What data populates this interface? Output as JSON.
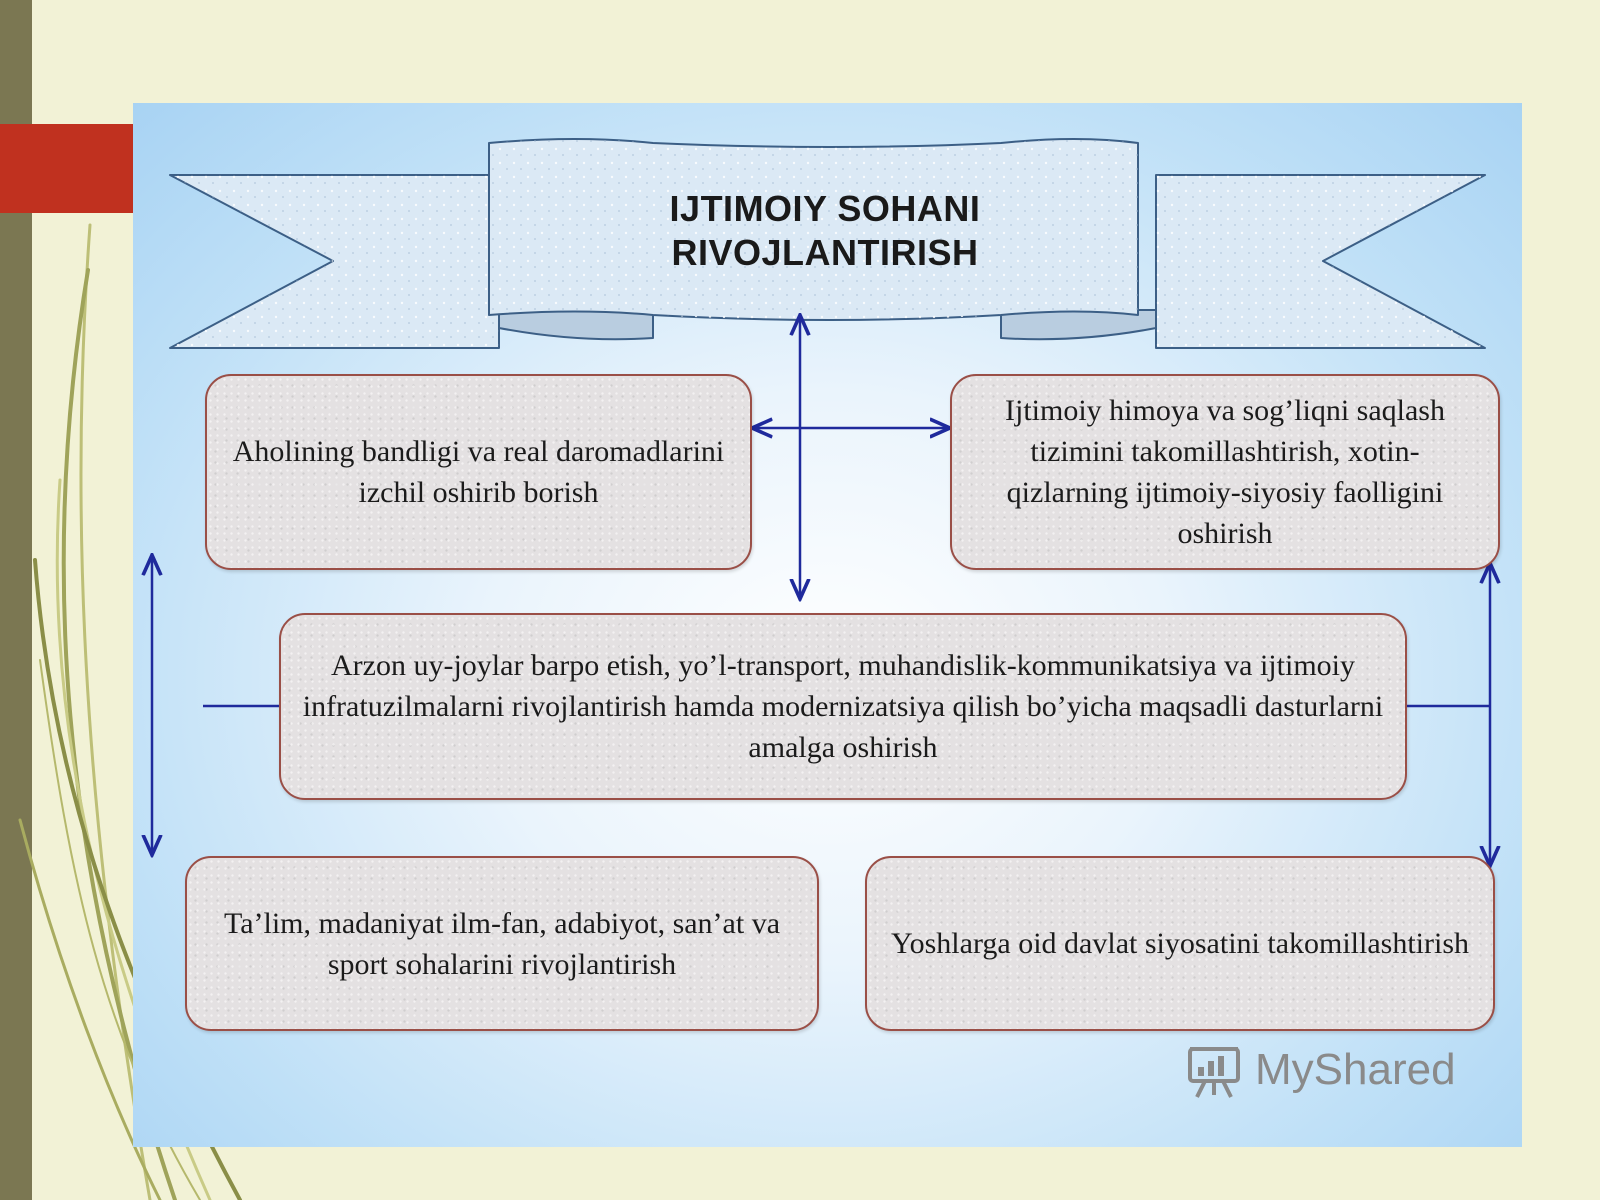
{
  "title": "IJTIMOIY SOHANI\nRIVOJLANTIRISH",
  "boxes": [
    {
      "text": "Aholining bandligi va real daromadlarini izchil oshirib borish"
    },
    {
      "text": "Ijtimoiy himoya va sog’liqni saqlash tizimini takomillashtirish, xotin-qizlarning ijtimoiy-siyosiy faolligini oshirish"
    },
    {
      "text": "Arzon uy-joylar barpo etish, yo’l-transport, muhandislik-kommunikatsiya va ijtimoiy infratuzilmalarni rivojlantirish hamda modernizatsiya qilish bo’yicha maqsadli dasturlarni amalga oshirish"
    },
    {
      "text": "Ta’lim, madaniyat ilm-fan, adabiyot, san’at va sport sohalarini rivojlantirish"
    },
    {
      "text": "Yoshlarga oid davlat siyosatini takomillashtirish"
    }
  ],
  "watermark": {
    "text": "MyShared",
    "icon": "presentation-board-icon"
  },
  "colors": {
    "box_fill": "#e4e1e2",
    "box_border": "#9a4f47",
    "arrow": "#1f2a9c",
    "banner_fill": "#dbe9f5",
    "banner_stroke": "#3c5f86",
    "background": "#bfe0f7"
  }
}
